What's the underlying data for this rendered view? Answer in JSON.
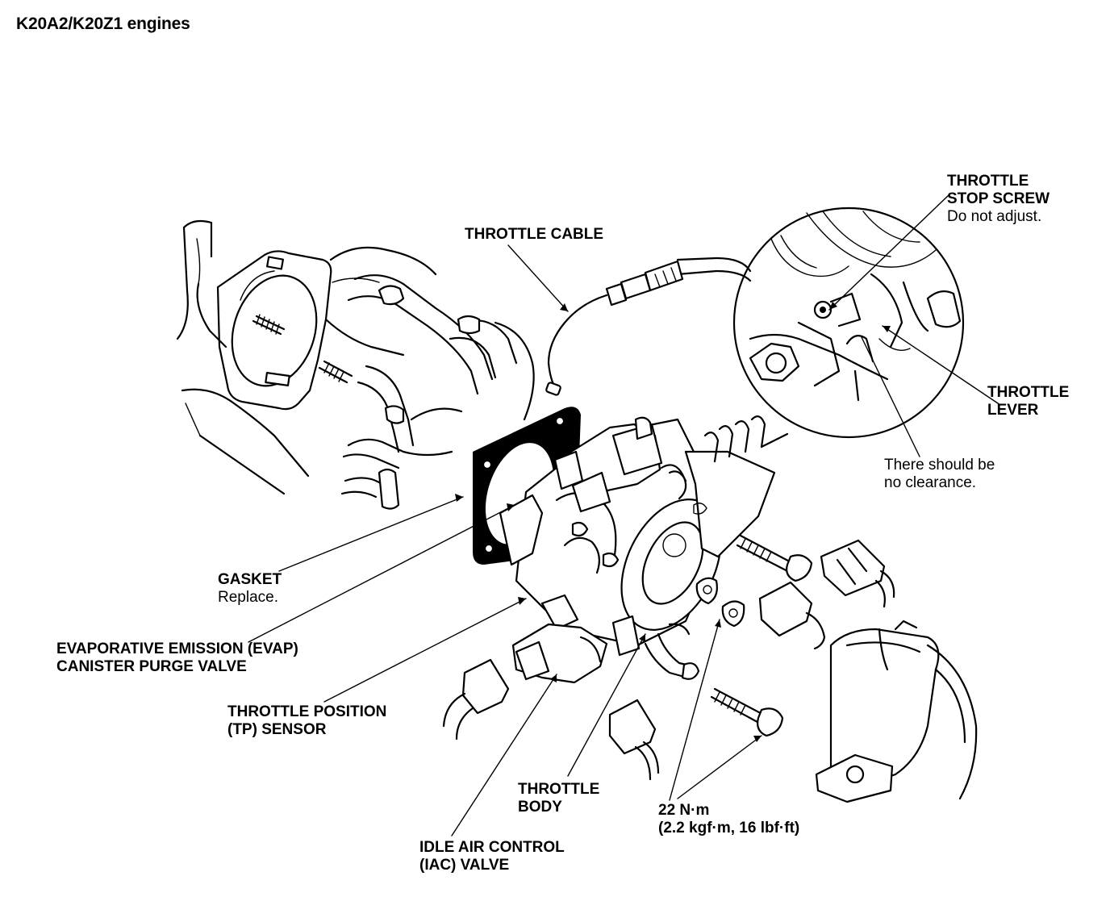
{
  "title": "K20A2/K20Z1 engines",
  "labels": {
    "throttle_cable": "THROTTLE CABLE",
    "throttle_stop_screw": {
      "line1": "THROTTLE",
      "line2": "STOP SCREW",
      "note": "Do not adjust."
    },
    "throttle_lever": {
      "line1": "THROTTLE",
      "line2": "LEVER"
    },
    "clearance_note": {
      "line1": "There should be",
      "line2": "no clearance."
    },
    "gasket": {
      "name": "GASKET",
      "note": "Replace."
    },
    "evap": {
      "line1": "EVAPORATIVE EMISSION (EVAP)",
      "line2": "CANISTER PURGE VALVE"
    },
    "tp_sensor": {
      "line1": "THROTTLE POSITION",
      "line2": "(TP) SENSOR"
    },
    "throttle_body": {
      "line1": "THROTTLE",
      "line2": "BODY"
    },
    "torque": {
      "line1": "22 N·m",
      "line2": "(2.2 kgf·m, 16 lbf·ft)"
    },
    "iac_valve": {
      "line1": "IDLE AIR CONTROL",
      "line2": "(IAC) VALVE"
    }
  }
}
